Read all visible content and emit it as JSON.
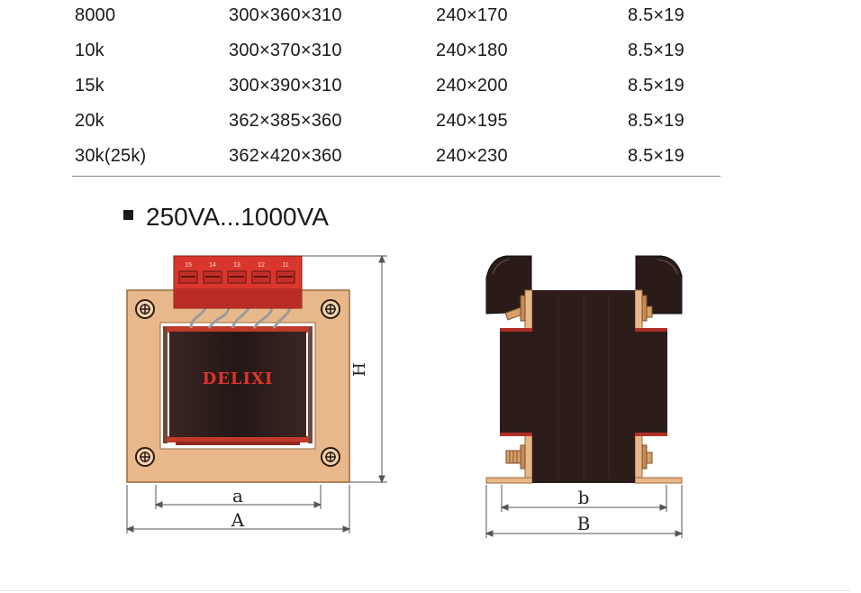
{
  "table": {
    "rows": [
      [
        "8000",
        "300×360×310",
        "240×170",
        "8.5×19"
      ],
      [
        "10k",
        "300×370×310",
        "240×180",
        "8.5×19"
      ],
      [
        "15k",
        "300×390×310",
        "240×200",
        "8.5×19"
      ],
      [
        "20k",
        "362×385×360",
        "240×195",
        "8.5×19"
      ],
      [
        "30k(25k)",
        "362×420×360",
        "240×230",
        "8.5×19"
      ]
    ]
  },
  "section": {
    "heading": "250VA...1000VA"
  },
  "front_view": {
    "brand": "DELIXI",
    "terminal_labels": [
      "15",
      "14",
      "13",
      "12",
      "11"
    ],
    "dim_inner_width": "a",
    "dim_outer_width": "A",
    "dim_height": "H"
  },
  "side_view": {
    "dim_inner_width": "b",
    "dim_outer_width": "B"
  },
  "colors": {
    "frame": "#e9b88a",
    "frame_stroke": "#9a6a3c",
    "coil": "#2c1d1b",
    "terminal_red": "#d9362e",
    "brand_red": "#e0342b"
  }
}
